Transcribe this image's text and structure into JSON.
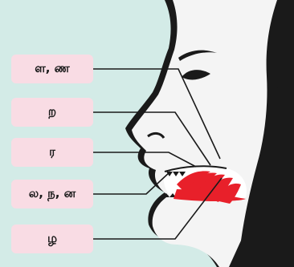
{
  "labels": [
    "ள, ண",
    "ற",
    "ர",
    "ல, ந, ன",
    "ழ"
  ],
  "colors": {
    "background": "#d3ebe7",
    "label_box": "#f9dce4",
    "tongue": "#e8202a",
    "outline": "#1a1a1a"
  }
}
